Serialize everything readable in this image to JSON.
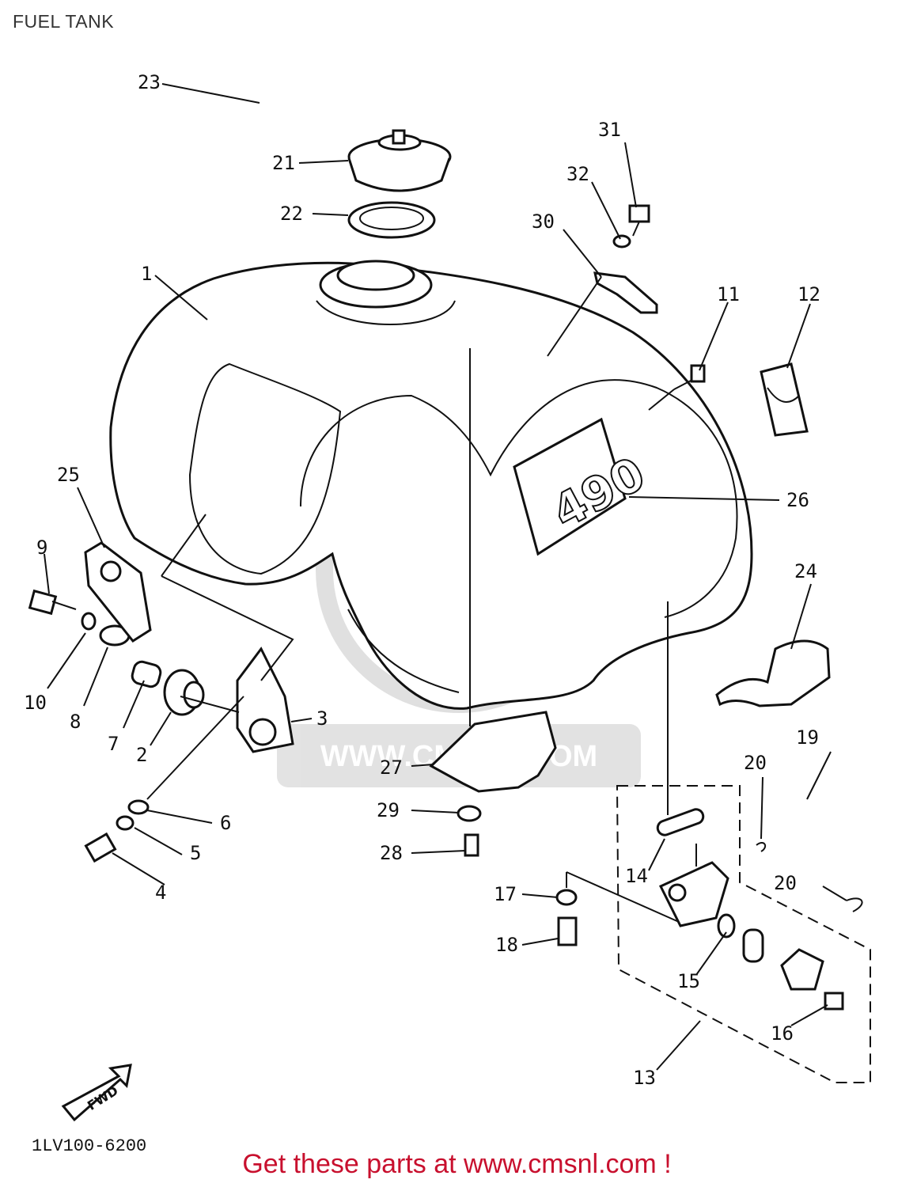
{
  "header": {
    "title": "FUEL TANK"
  },
  "diagram": {
    "drawing_code": "1LV100-6200",
    "decal_text": "490",
    "fwd_label": "FWD",
    "watermark": "WWW.CMSNL.COM",
    "callouts": [
      "1",
      "2",
      "3",
      "4",
      "5",
      "6",
      "7",
      "8",
      "9",
      "10",
      "11",
      "12",
      "13",
      "14",
      "15",
      "16",
      "17",
      "18",
      "19",
      "20",
      "20",
      "21",
      "22",
      "23",
      "24",
      "25",
      "26",
      "27",
      "28",
      "29",
      "30",
      "31",
      "32"
    ]
  },
  "footer": {
    "text": "Get these parts at www.cmsnl.com !"
  }
}
